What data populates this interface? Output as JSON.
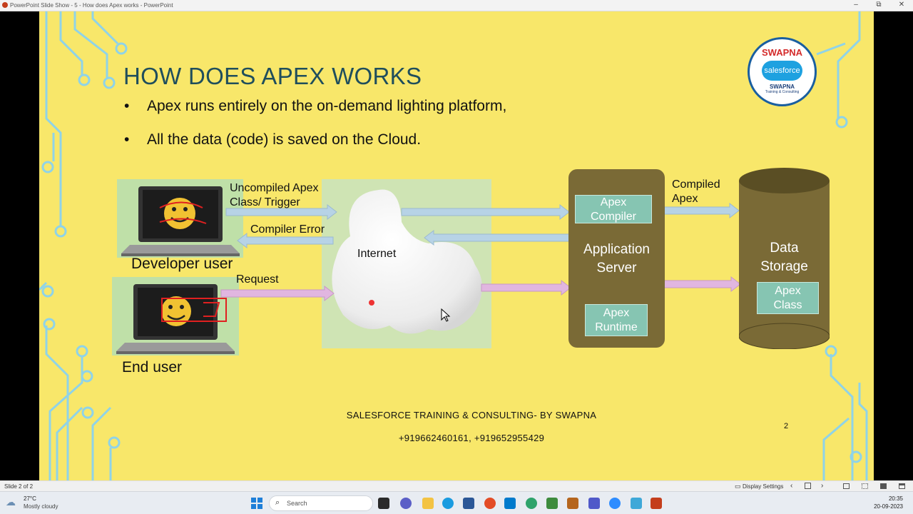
{
  "window": {
    "title": "PowerPoint Slide Show  -  5 - How does Apex works - PowerPoint",
    "minimize": "–",
    "restore": "⧉",
    "close": "✕"
  },
  "slide": {
    "title": "HOW DOES APEX WORKS",
    "bullets": [
      "Apex runs entirely on the on-demand lighting platform,",
      "All the data (code) is saved on the Cloud."
    ],
    "bullet_glyph": "•",
    "logo": {
      "top": "SWAPNA",
      "middle": "salesforce",
      "bottom": "SWAPNA",
      "sub": "Training & Consulting"
    },
    "diagram": {
      "developer_label": "Developer user",
      "end_user_label": "End user",
      "uncompiled_label_1": "Uncompiled Apex",
      "uncompiled_label_2": "Class/ Trigger",
      "compiler_error_label": "Compiler Error",
      "request_label": "Request",
      "internet_label": "Internet",
      "compiled_label_1": "Compiled",
      "compiled_label_2": "Apex",
      "app_server_1": "Application",
      "app_server_2": "Server",
      "apex_compiler_1": "Apex",
      "apex_compiler_2": "Compiler",
      "apex_runtime_1": "Apex",
      "apex_runtime_2": "Runtime",
      "data_storage_1": "Data",
      "data_storage_2": "Storage",
      "apex_class_1": "Apex",
      "apex_class_2": "Class"
    },
    "footer_line1": "SALESFORCE TRAINING & CONSULTING-  BY SWAPNA",
    "footer_line2": "+919662460161, +919652955429",
    "slide_number": "2",
    "colors": {
      "background": "#f8e76a",
      "server_box": "#7a6a36",
      "inner_box": "#86c5b2",
      "title": "#1f4e5c",
      "blue_arrow": "#b7d3e6",
      "pink_arrow": "#e1b6e0"
    }
  },
  "status": {
    "slide_indicator": "Slide 2 of 2",
    "display_settings": "Display Settings"
  },
  "taskbar": {
    "weather_temp": "27°C",
    "weather_desc": "Mostly cloudy",
    "search_placeholder": "Search",
    "time": "20:35",
    "date": "20-09-2023"
  }
}
